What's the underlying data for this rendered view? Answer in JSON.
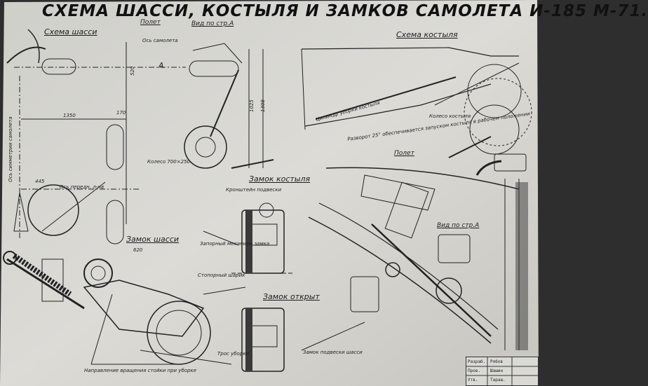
{
  "title": "СХЕМА ШАССИ, КОСТЫЛЯ И ЗАМКОВ САМОЛЕТА И-185 М-71.",
  "sections": {
    "chassis_scheme": "Схема шасси",
    "tailskid_scheme": "Схема костыля",
    "chassis_lock": "Замок шасси",
    "tailskid_lock": "Замок костыля",
    "lock_open": "Замок открыт",
    "view_a_top": "Вид по стр.А",
    "view_a_bottom": "Вид по стр.А"
  },
  "labels": {
    "flight_top": "Полет",
    "flight_right": "Полет",
    "arrow_a": "А",
    "aircraft_axis": "Ось самолета",
    "front_axis": "Ось передн. л-на",
    "aircraft_sym_axis": "Ось симметрии самолета",
    "wheel_size": "Колесо 700×250",
    "rotation_text": "Разворот 25° обеспечивается запуском костыля в рабочем положении",
    "cylinder": "Цилиндр уборки костыля",
    "tailskid_wheel": "Колесо костыля",
    "bracket_text": "Кронштейн подвески",
    "stopper": "Стопорный шарик",
    "lock_note_1": "Запорный механизм замка",
    "direction_note": "Направление вращения стойки при уборке",
    "lock_mount": "Замок подвески шасси",
    "retraction_cable": "Трос уборки",
    "dim_1350": "1350",
    "dim_445": "445",
    "dim_1308": "1308",
    "dim_1025": "1025",
    "dim_520": "520",
    "dim_170": "170",
    "dim_620": "620"
  },
  "titleblock": {
    "rows": [
      "Разраб.",
      "Пров.",
      "Утв."
    ],
    "names": [
      "Рябов",
      "Шашин",
      "Тараш."
    ]
  },
  "colors": {
    "paper": "#d9d8d2",
    "ink": "#1e1e1e",
    "background": "#2e2e2e"
  }
}
